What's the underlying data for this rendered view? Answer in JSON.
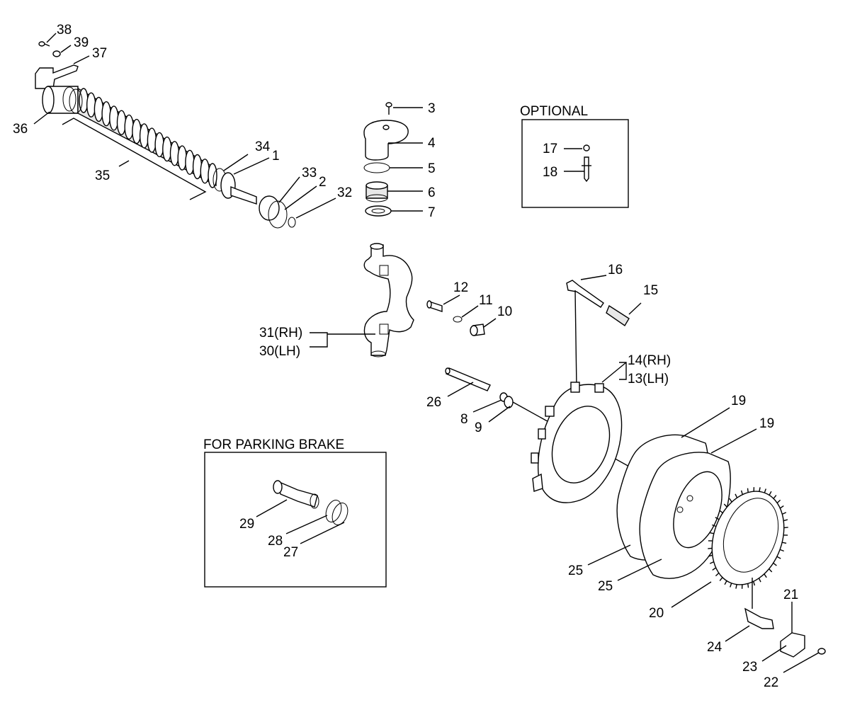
{
  "callouts": [
    {
      "id": "38",
      "text": "38"
    },
    {
      "id": "39",
      "text": "39"
    },
    {
      "id": "37",
      "text": "37"
    },
    {
      "id": "36",
      "text": "36"
    },
    {
      "id": "35",
      "text": "35"
    },
    {
      "id": "34",
      "text": "34"
    },
    {
      "id": "1",
      "text": "1"
    },
    {
      "id": "33",
      "text": "33"
    },
    {
      "id": "2",
      "text": "2"
    },
    {
      "id": "32",
      "text": "32"
    },
    {
      "id": "3",
      "text": "3"
    },
    {
      "id": "4",
      "text": "4"
    },
    {
      "id": "5",
      "text": "5"
    },
    {
      "id": "6",
      "text": "6"
    },
    {
      "id": "7",
      "text": "7"
    },
    {
      "id": "17",
      "text": "17"
    },
    {
      "id": "18",
      "text": "18"
    },
    {
      "id": "31",
      "text": "31(RH)"
    },
    {
      "id": "30",
      "text": "30(LH)"
    },
    {
      "id": "12",
      "text": "12"
    },
    {
      "id": "11",
      "text": "11"
    },
    {
      "id": "10",
      "text": "10"
    },
    {
      "id": "16",
      "text": "16"
    },
    {
      "id": "15",
      "text": "15"
    },
    {
      "id": "14",
      "text": "14(RH)"
    },
    {
      "id": "13",
      "text": "13(LH)"
    },
    {
      "id": "26",
      "text": "26"
    },
    {
      "id": "8",
      "text": "8"
    },
    {
      "id": "9",
      "text": "9"
    },
    {
      "id": "19a",
      "text": "19"
    },
    {
      "id": "19b",
      "text": "19"
    },
    {
      "id": "29",
      "text": "29"
    },
    {
      "id": "28",
      "text": "28"
    },
    {
      "id": "27",
      "text": "27"
    },
    {
      "id": "25a",
      "text": "25"
    },
    {
      "id": "25b",
      "text": "25"
    },
    {
      "id": "20",
      "text": "20"
    },
    {
      "id": "21",
      "text": "21"
    },
    {
      "id": "24",
      "text": "24"
    },
    {
      "id": "23",
      "text": "23"
    },
    {
      "id": "22",
      "text": "22"
    }
  ],
  "boxes": {
    "optional": "OPTIONAL",
    "parking": "FOR PARKING BRAKE"
  }
}
